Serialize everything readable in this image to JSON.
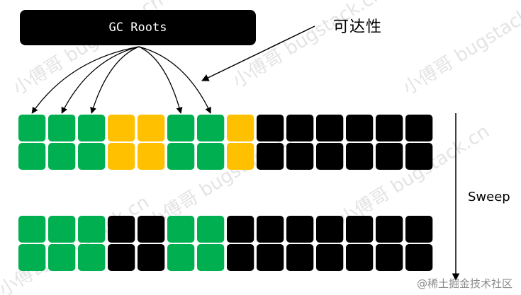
{
  "root_box": {
    "label": "GC Roots"
  },
  "reachability_label": "可达性",
  "sweep_label": "Sweep",
  "watermark_text": "小傅哥 bugstack.cn",
  "credit": "@稀土掘金技术社区",
  "colors": {
    "reachable": "#00b050",
    "unreachable": "#ffc000",
    "free": "#000000",
    "root_box": "#000000",
    "credit_text": "#8a8a8a"
  },
  "before_sweep": {
    "rows": [
      [
        "reachable",
        "reachable",
        "reachable",
        "unreachable",
        "unreachable",
        "reachable",
        "reachable",
        "unreachable",
        "free",
        "free",
        "free",
        "free",
        "free",
        "free"
      ],
      [
        "reachable",
        "reachable",
        "reachable",
        "unreachable",
        "unreachable",
        "reachable",
        "reachable",
        "unreachable",
        "free",
        "free",
        "free",
        "free",
        "free",
        "free"
      ]
    ]
  },
  "after_sweep": {
    "rows": [
      [
        "reachable",
        "reachable",
        "reachable",
        "free",
        "free",
        "reachable",
        "reachable",
        "free",
        "free",
        "free",
        "free",
        "free",
        "free",
        "free"
      ],
      [
        "reachable",
        "reachable",
        "reachable",
        "free",
        "free",
        "reachable",
        "reachable",
        "free",
        "free",
        "free",
        "free",
        "free",
        "free",
        "free"
      ]
    ]
  },
  "reference_targets": [
    0,
    1,
    2,
    5,
    6
  ]
}
